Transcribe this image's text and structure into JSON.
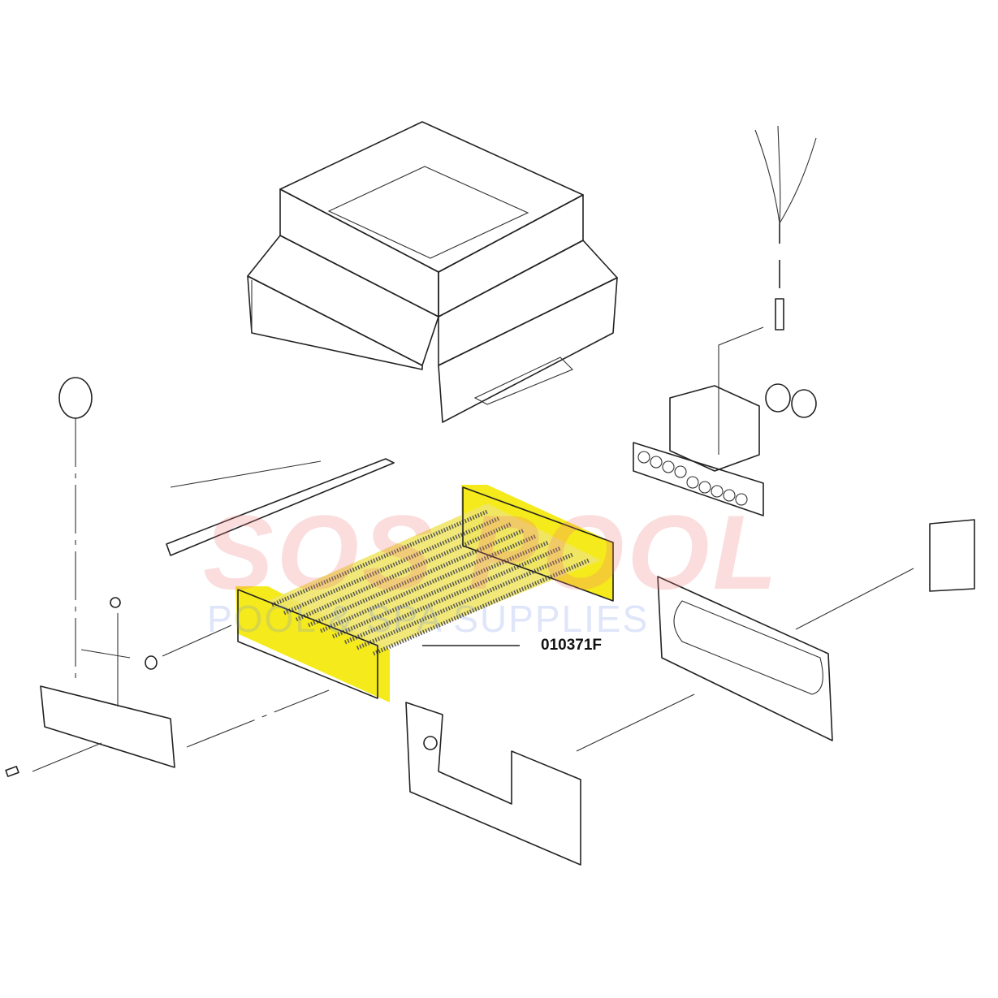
{
  "callouts": [
    {
      "part_number": "010371F",
      "highlighted": true
    }
  ],
  "watermark": {
    "brand": "SOS POOL",
    "tagline": "POOL & SPA SUPPLIES"
  },
  "colors": {
    "highlight": "#f5ea1c",
    "line": "#222222"
  }
}
